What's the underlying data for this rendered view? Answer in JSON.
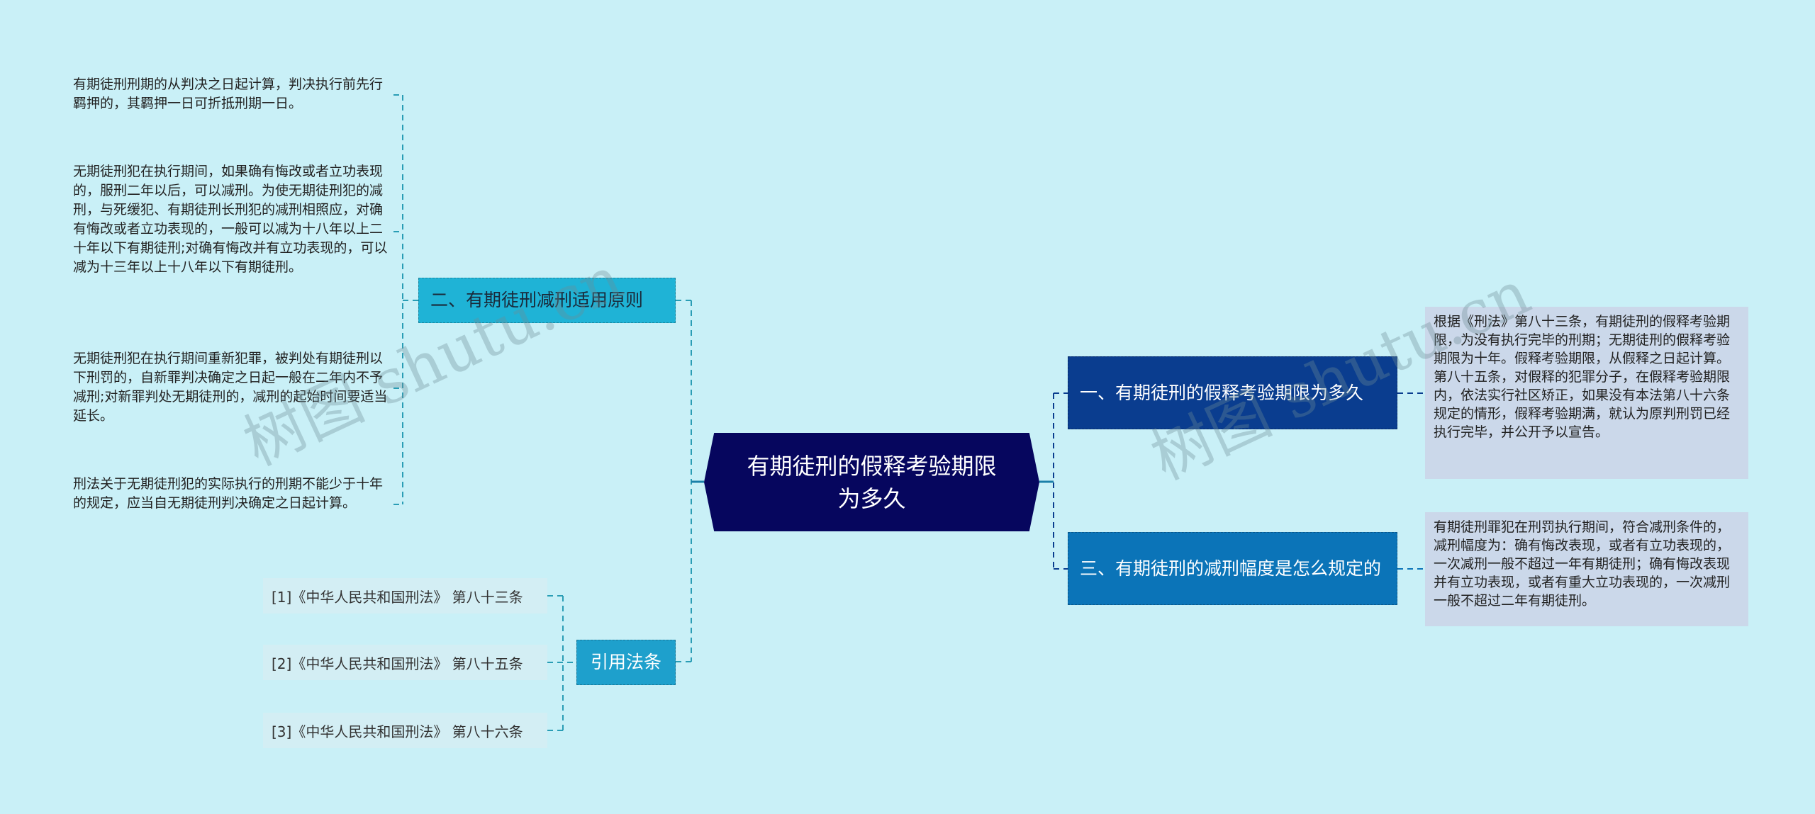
{
  "central": {
    "title": "有期徒刑的假释考验期限为多久"
  },
  "left_branch": {
    "label": "二、有期徒刑减刑适用原则",
    "items": [
      "有期徒刑刑期的从判决之日起计算，判决执行前先行羁押的，其羁押一日可折抵刑期一日。",
      "无期徒刑犯在执行期间，如果确有悔改或者立功表现的，服刑二年以后，可以减刑。为使无期徒刑犯的减刑，与死缓犯、有期徒刑长刑犯的减刑相照应，对确有悔改或者立功表现的，一般可以减为十八年以上二十年以下有期徒刑;对确有悔改并有立功表现的，可以减为十三年以上十八年以下有期徒刑。",
      "无期徒刑犯在执行期间重新犯罪，被判处有期徒刑以下刑罚的，自新罪判决确定之日起一般在二年内不予减刑;对新罪判处无期徒刑的，减刑的起始时间要适当延长。",
      "刑法关于无期徒刑犯的实际执行的刑期不能少于十年的规定，应当自无期徒刑判决确定之日起计算。"
    ]
  },
  "citations": {
    "label": "引用法条",
    "items": [
      "[1]《中华人民共和国刑法》 第八十三条",
      "[2]《中华人民共和国刑法》 第八十五条",
      "[3]《中华人民共和国刑法》 第八十六条"
    ]
  },
  "right_branches": [
    {
      "label": "一、有期徒刑的假释考验期限为多久",
      "detail": "根据《刑法》第八十三条，有期徒刑的假释考验期限，为没有执行完毕的刑期；无期徒刑的假释考验期限为十年。假释考验期限，从假释之日起计算。第八十五条，对假释的犯罪分子，在假释考验期限内，依法实行社区矫正，如果没有本法第八十六条规定的情形，假释考验期满，就认为原判刑罚已经执行完毕，并公开予以宣告。"
    },
    {
      "label": "三、有期徒刑的减刑幅度是怎么规定的",
      "detail": "有期徒刑罪犯在刑罚执行期间，符合减刑条件的，减刑幅度为：确有悔改表现，或者有立功表现的，一次减刑一般不超过一年有期徒刑；确有悔改表现并有立功表现，或者有重大立功表现的，一次减刑一般不超过二年有期徒刑。"
    }
  ],
  "watermark": "树图 shutu.cn",
  "colors": {
    "background": "#c9f0f7",
    "central": "#06065e",
    "branch_one": "#0a3d8f",
    "branch_three": "#0b74b8",
    "branch_two": "#1fb3d6",
    "citation_node": "#1ea0cc",
    "line": "#2a9db5"
  }
}
